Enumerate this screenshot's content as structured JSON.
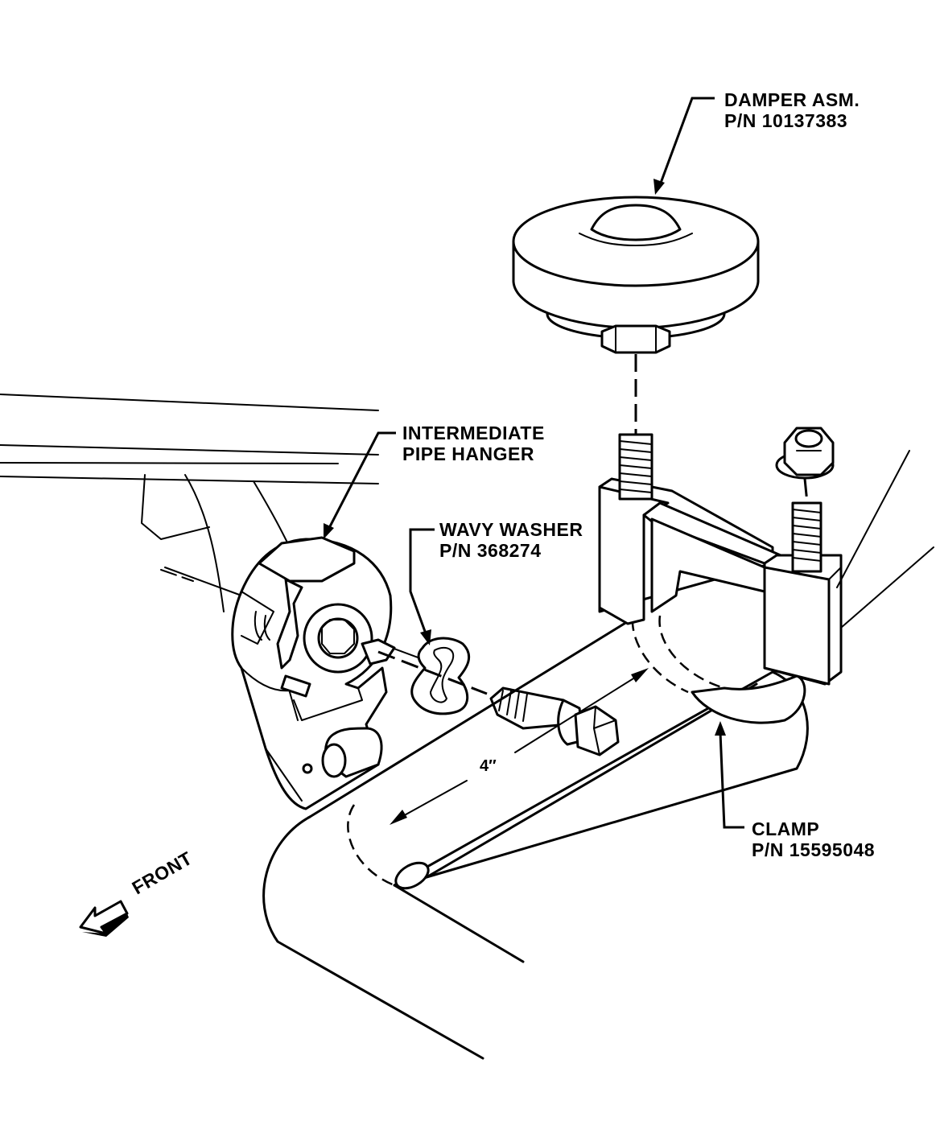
{
  "labels": {
    "damper": {
      "line1": "DAMPER ASM.",
      "line2": "P/N 10137383"
    },
    "hanger": {
      "line1": "INTERMEDIATE",
      "line2": "PIPE HANGER"
    },
    "washer": {
      "line1": "WAVY WASHER",
      "line2": "P/N 368274"
    },
    "clamp": {
      "line1": "CLAMP",
      "line2": "P/N 15595048"
    },
    "front": "FRONT",
    "dimension": "4″"
  }
}
